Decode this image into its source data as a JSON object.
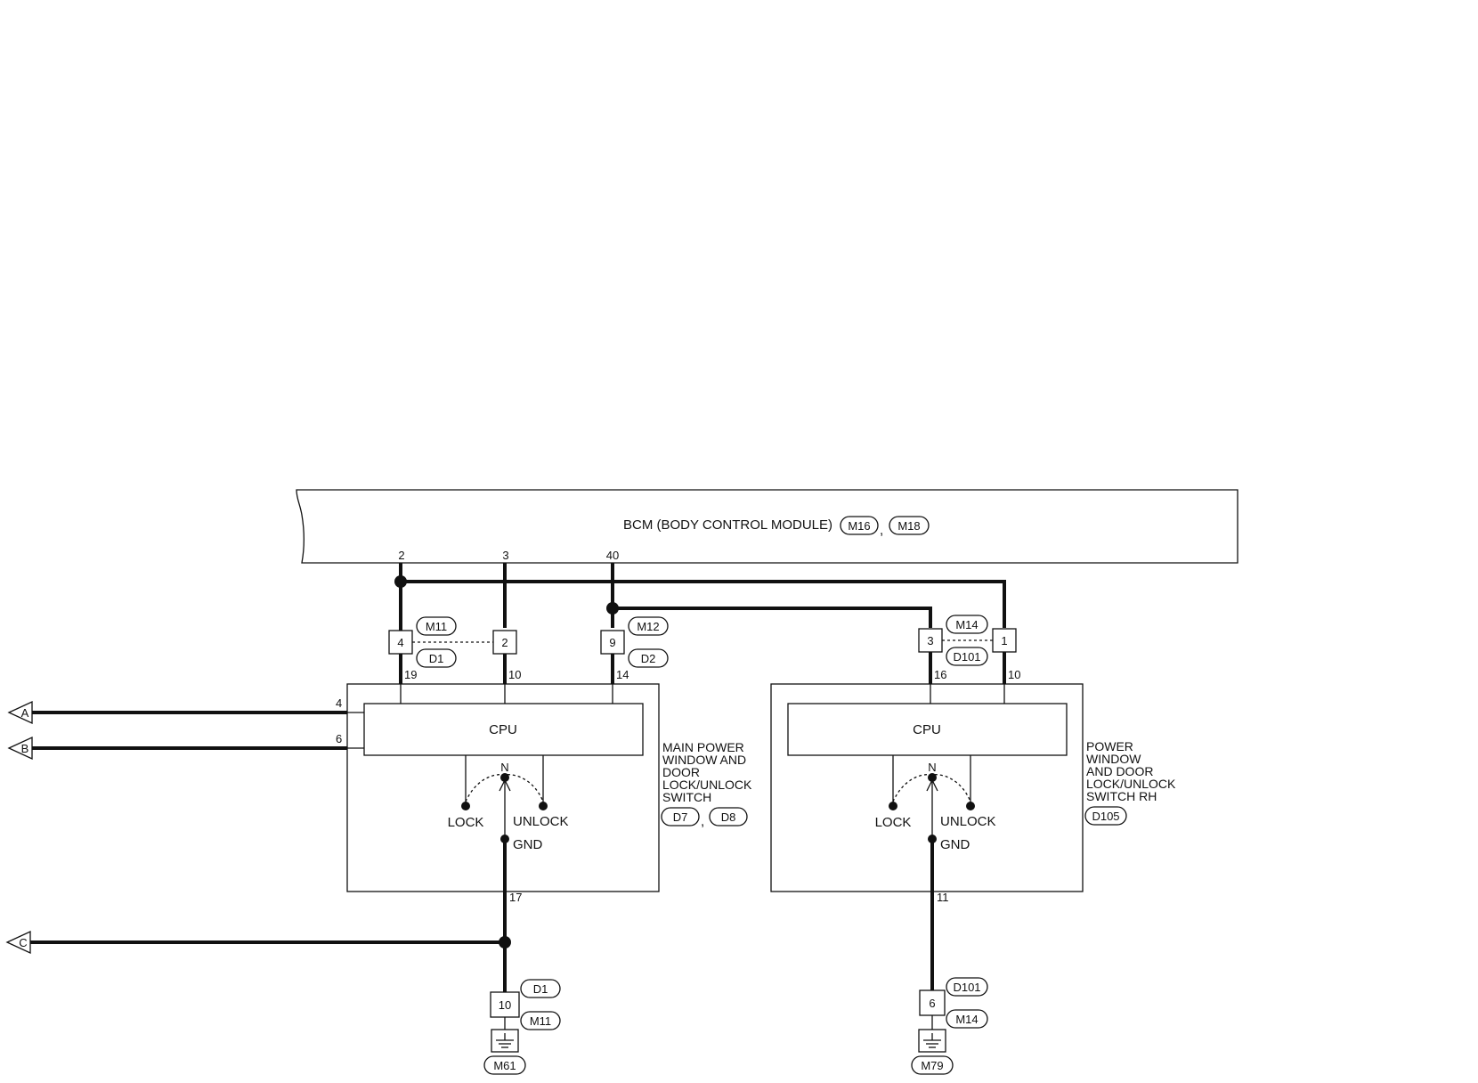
{
  "bcm": {
    "title": "BCM (BODY CONTROL MODULE)",
    "sep": ",",
    "conn1": "M16",
    "conn2": "M18",
    "pin_a": "2",
    "pin_b": "3",
    "pin_c": "40"
  },
  "harness": {
    "junction_left_top": "M11",
    "junction_left_bottom": "D1",
    "pin_4": "4",
    "pin_2": "2",
    "junction_mid_top": "M12",
    "junction_mid_bottom": "D2",
    "pin_9": "9",
    "junction_right_top": "M14",
    "junction_right_bottom": "D101",
    "pin_3": "3",
    "pin_1": "1"
  },
  "main_switch": {
    "pin_19": "19",
    "pin_10": "10",
    "pin_14": "14",
    "pin_4": "4",
    "pin_6": "6",
    "pin_17": "17",
    "cpu": "CPU",
    "neutral": "N",
    "lock": "LOCK",
    "unlock": "UNLOCK",
    "gnd": "GND",
    "name_lines": [
      "MAIN POWER",
      "WINDOW AND",
      "DOOR",
      "LOCK/UNLOCK",
      "SWITCH"
    ],
    "conn1": "D7",
    "sep": ",",
    "conn2": "D8"
  },
  "rh_switch": {
    "pin_16": "16",
    "pin_10": "10",
    "pin_11": "11",
    "cpu": "CPU",
    "neutral": "N",
    "lock": "LOCK",
    "unlock": "UNLOCK",
    "gnd": "GND",
    "name_lines": [
      "POWER",
      "WINDOW",
      "AND DOOR",
      "LOCK/UNLOCK",
      "SWITCH RH"
    ],
    "conn1": "D105"
  },
  "arrows": {
    "a": "A",
    "b": "B",
    "c": "C"
  },
  "ground_left": {
    "pin": "10",
    "conn_top": "D1",
    "conn_bottom": "M11",
    "ground": "M61"
  },
  "ground_right": {
    "pin": "6",
    "conn_top": "D101",
    "conn_bottom": "M14",
    "ground": "M79"
  }
}
